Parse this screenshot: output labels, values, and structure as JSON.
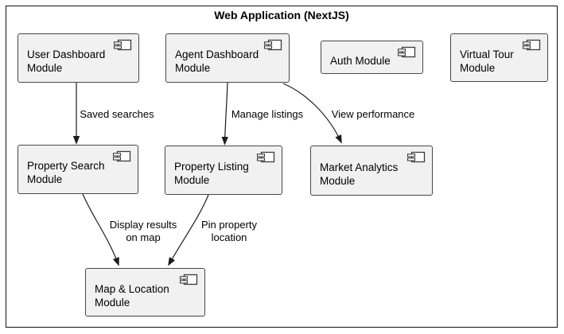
{
  "diagram": {
    "title": "Web Application (NextJS)",
    "kind": "uml-component-diagram"
  },
  "nodes": [
    {
      "id": "user-dashboard",
      "label": "User Dashboard Module"
    },
    {
      "id": "agent-dashboard",
      "label": "Agent Dashboard Module"
    },
    {
      "id": "auth",
      "label": "Auth Module"
    },
    {
      "id": "virtual-tour",
      "label": "Virtual Tour Module"
    },
    {
      "id": "property-search",
      "label": "Property Search Module"
    },
    {
      "id": "property-listing",
      "label": "Property Listing Module"
    },
    {
      "id": "market-analytics",
      "label": "Market Analytics Module"
    },
    {
      "id": "map-location",
      "label": "Map & Location Module"
    }
  ],
  "edges": [
    {
      "from": "user-dashboard",
      "to": "property-search",
      "label": "Saved searches"
    },
    {
      "from": "agent-dashboard",
      "to": "property-listing",
      "label": "Manage listings"
    },
    {
      "from": "agent-dashboard",
      "to": "market-analytics",
      "label": "View performance"
    },
    {
      "from": "property-search",
      "to": "map-location",
      "label": "Display results\non map"
    },
    {
      "from": "property-listing",
      "to": "map-location",
      "label": "Pin property\nlocation"
    }
  ],
  "colors": {
    "background": "#ffffff",
    "frame_border": "#111111",
    "node_fill": "#f1f1f1",
    "node_border": "#484848",
    "edge_line": "#1c1c1c",
    "text": "#000000"
  },
  "icons": {
    "node_badge": "uml-component-icon"
  }
}
